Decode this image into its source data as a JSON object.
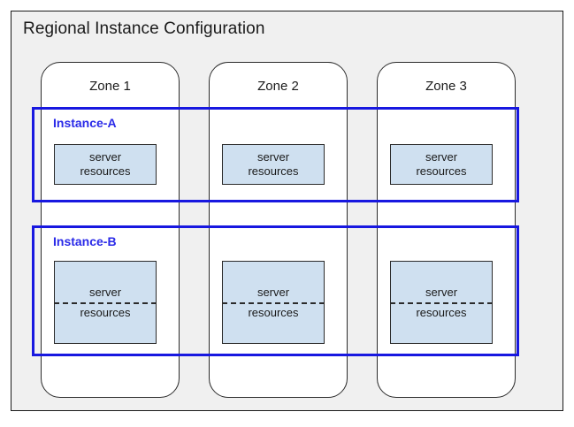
{
  "diagram": {
    "title": "Regional Instance Configuration",
    "zones": [
      {
        "label": "Zone 1"
      },
      {
        "label": "Zone 2"
      },
      {
        "label": "Zone 3"
      }
    ],
    "instances": [
      {
        "label": "Instance-A",
        "style": "solid",
        "color": "#1818e0",
        "resources": [
          {
            "line1": "server",
            "line2": "resources"
          },
          {
            "line1": "server",
            "line2": "resources"
          },
          {
            "line1": "server",
            "line2": "resources"
          }
        ]
      },
      {
        "label": "Instance-B",
        "style": "solid",
        "color": "#1818e0",
        "resources": [
          {
            "line1": "server",
            "line2": "resources"
          },
          {
            "line1": "server",
            "line2": "resources"
          },
          {
            "line1": "server",
            "line2": "resources"
          }
        ]
      }
    ],
    "colors": {
      "region_background": "#f0f0f0",
      "zone_background": "#ffffff",
      "resource_fill": "#cfe0f0",
      "instance_outline": "#1818e0",
      "stroke": "#2b2b2b"
    }
  }
}
